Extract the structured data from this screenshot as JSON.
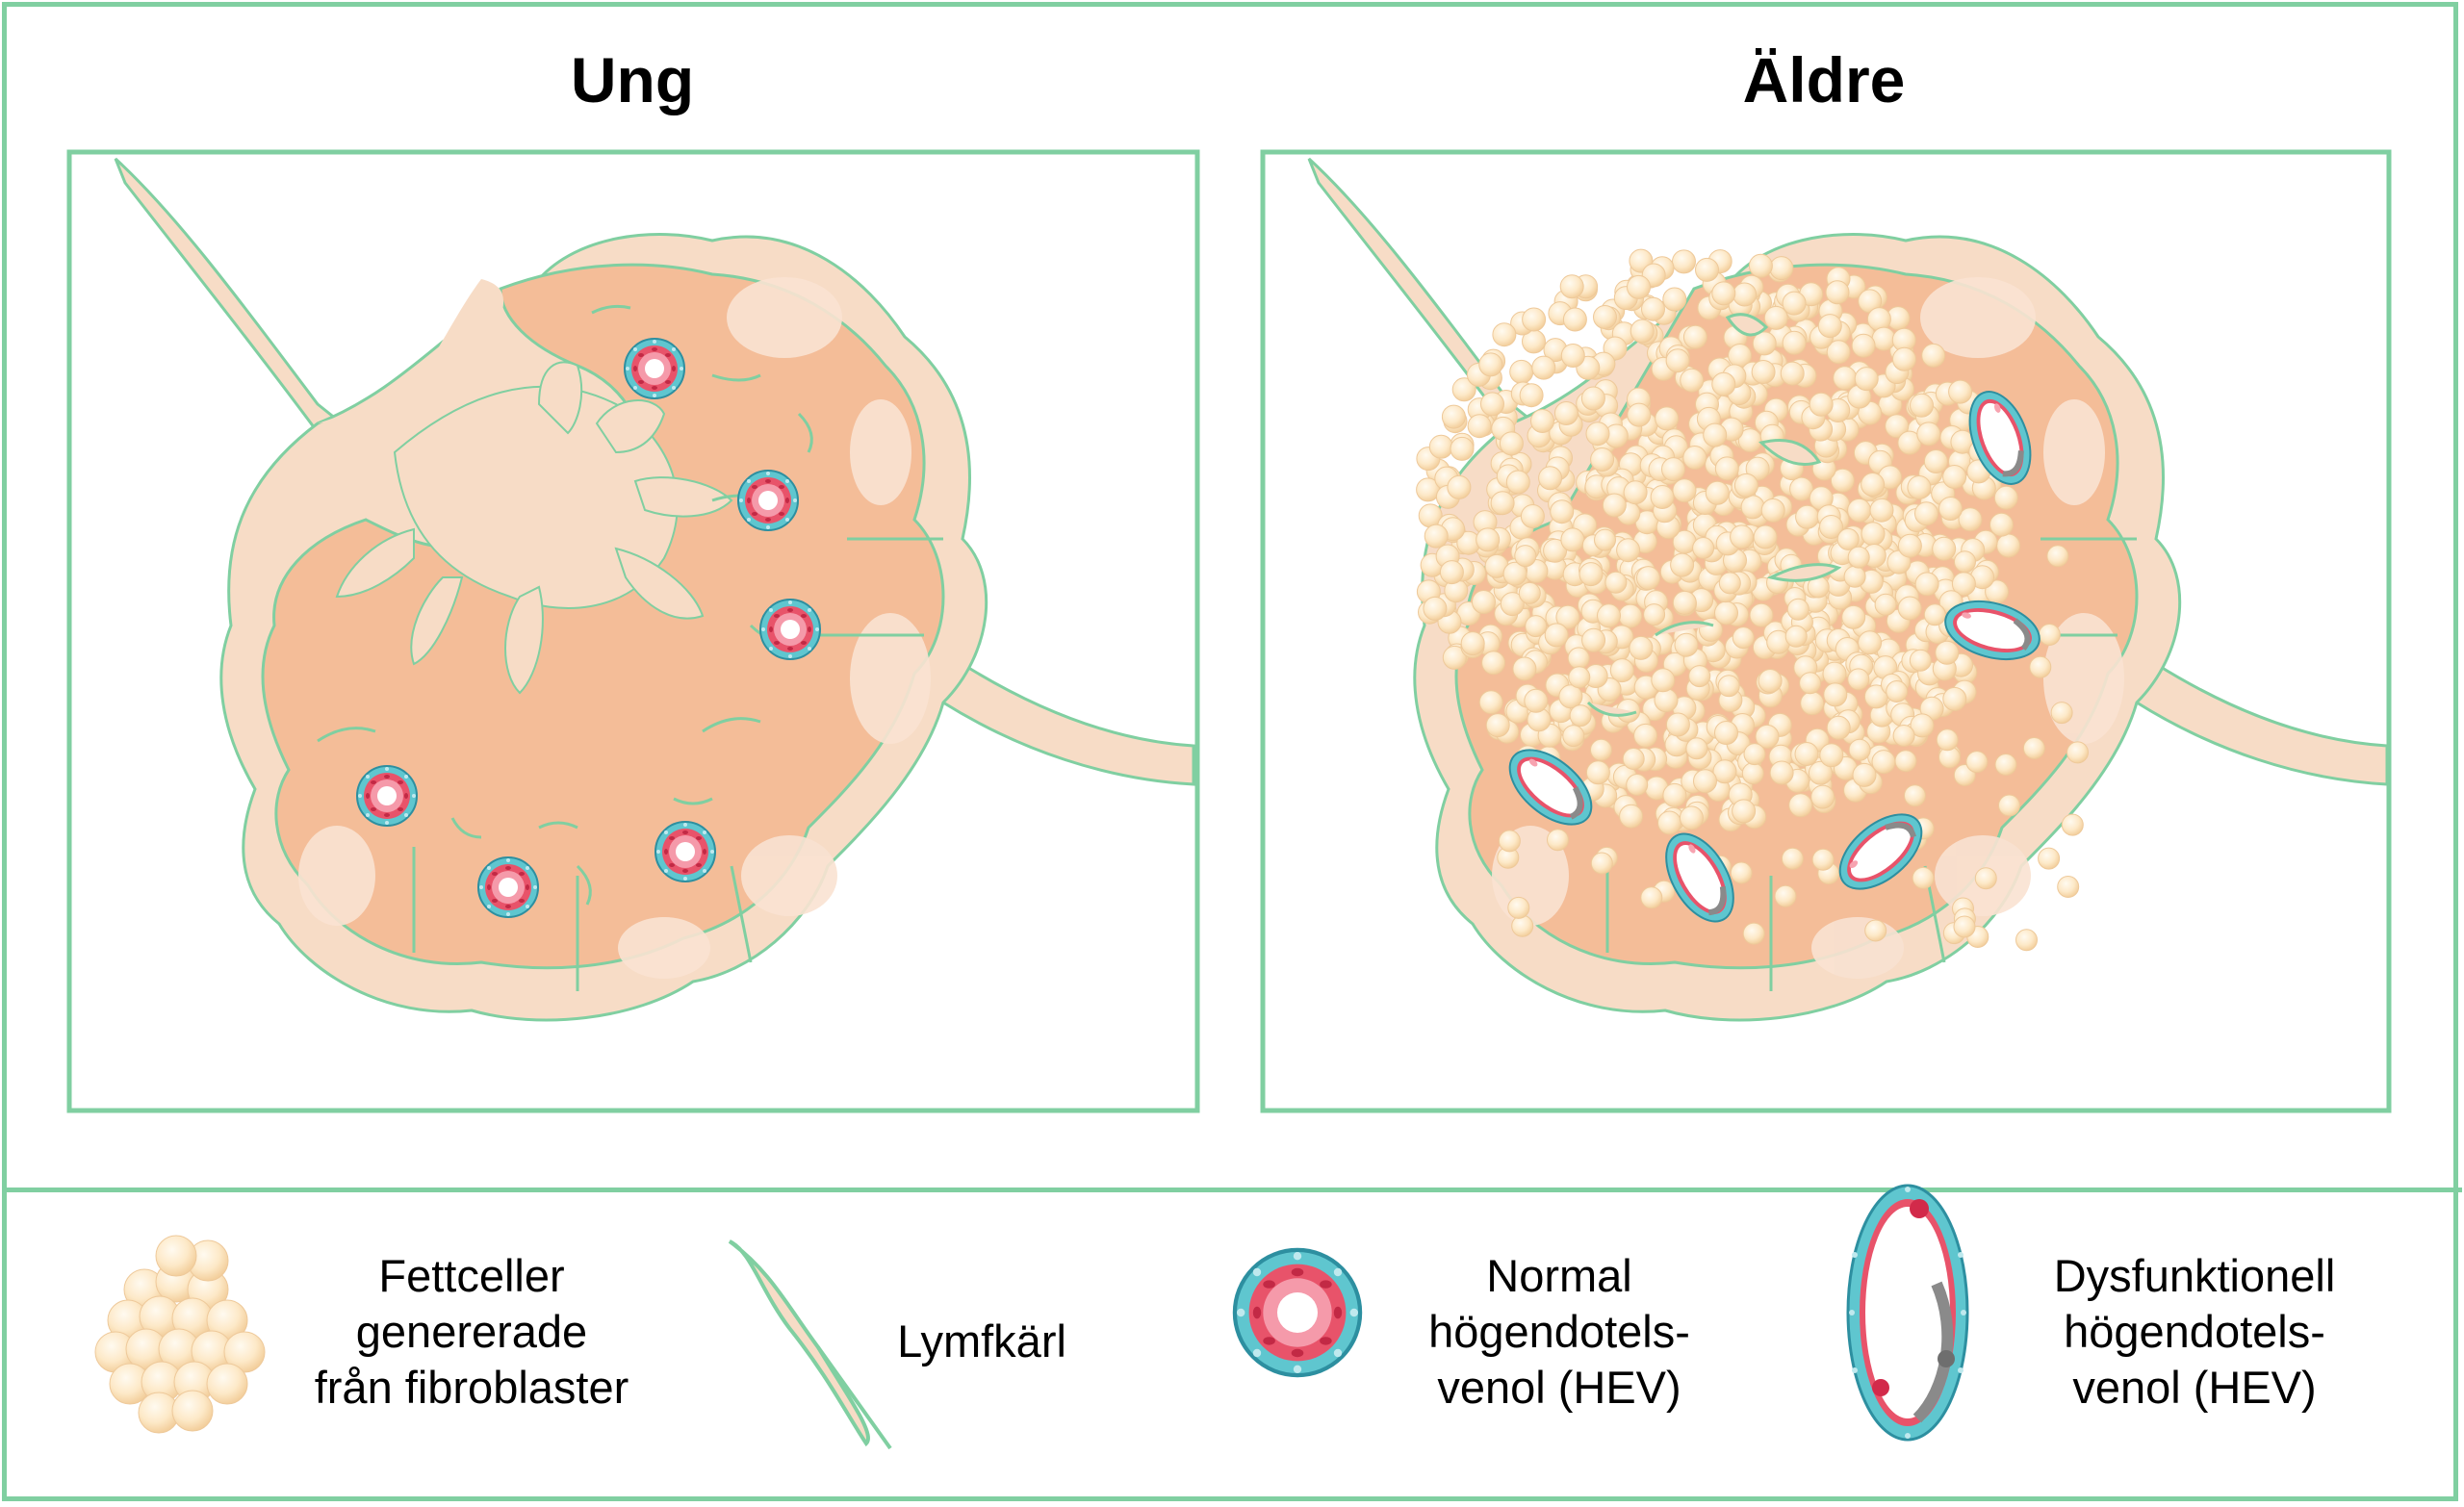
{
  "panels": {
    "young": {
      "title": "Ung"
    },
    "old": {
      "title": "Äldre"
    }
  },
  "legend": {
    "fat_cells": {
      "line1": "Fettceller",
      "line2": "genererade",
      "line3": "från fibroblaster"
    },
    "lymph_vessel": {
      "label": "Lymfkärl"
    },
    "normal_hev": {
      "line1": "Normal",
      "line2": "högendotels-",
      "line3": "venol (HEV)"
    },
    "dysfunctional_hev": {
      "line1": "Dysfunktionell",
      "line2": "högendotels-",
      "line3": "venol (HEV)"
    }
  },
  "colors": {
    "frame_green": "#80cfa1",
    "capsule": "#f7dcc6",
    "cortex": "#f4bd98",
    "follicle": "#f9e2d2",
    "fat_cell": "#fbe6c4",
    "hev_outer": "#5fc6cf",
    "hev_inner": "#e8536a"
  }
}
